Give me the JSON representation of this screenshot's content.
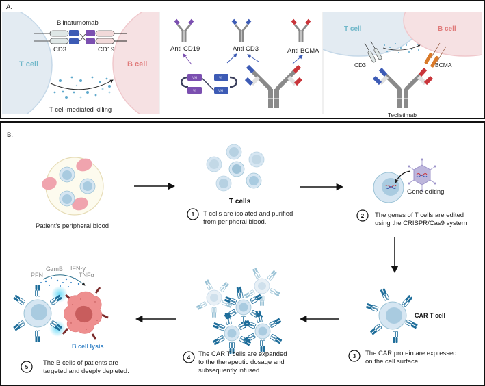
{
  "figure": {
    "panel_a": {
      "label": "A.",
      "blinatumomab": {
        "title": "Blinatumomab",
        "left_target": "CD3",
        "right_target": "CD19",
        "t_cell_label": "T cell",
        "b_cell_label": "B cell",
        "mechanism": "T cell-mediated killing"
      },
      "antibodies": {
        "anti_cd19": "Anti CD19",
        "anti_cd3": "Anti CD3",
        "anti_bcma": "Anti BCMA",
        "domain_vh": "VH",
        "domain_vl": "VL"
      },
      "teclistamab": {
        "t_cell_label": "T cell",
        "b_cell_label": "B cell",
        "left_target": "CD3",
        "right_target": "BCMA",
        "drug_label": "Teclistimab"
      }
    },
    "panel_b": {
      "label": "B.",
      "blood": {
        "caption": "Patient’s peripheral blood"
      },
      "steps": [
        {
          "number": "1",
          "title": "T cells",
          "text_line1": "T cells are isolated and purified",
          "text_line2": "from peripheral blood."
        },
        {
          "number": "2",
          "annotation": "Gene-editing",
          "text_line1": "The genes of T cells are edited",
          "text_line2": "using the CRISPR/Cas9 system"
        },
        {
          "number": "3",
          "title": "CAR T cell",
          "text_line1": "The CAR protein are expressed",
          "text_line2": "on the cell surface."
        },
        {
          "number": "4",
          "text_line1": "The CAR T cells are expanded",
          "text_line2": "to the therapeutic dosage and",
          "text_line3": "subsequently infused."
        },
        {
          "number": "5",
          "title": "B cell lysis",
          "text_line1": "The B cells of patients are",
          "text_line2": "targeted and deeply depleted."
        }
      ],
      "cytokines": [
        "PFN",
        "GzmB",
        "IFN-γ",
        "TNFα"
      ]
    },
    "colors": {
      "t_cell_fill": "#e3ebf2",
      "t_cell_label": "#6fb7c9",
      "b_cell_fill": "#f6e1e3",
      "b_cell_label": "#e07a7a",
      "cd3_blue": "#3d5bb5",
      "cd19_purple": "#7b4fb0",
      "bcma_red": "#c9353b",
      "bcma_orange": "#d97a2a",
      "car_blue": "#1e6d9a",
      "lysis_label": "#3a86c8"
    }
  }
}
